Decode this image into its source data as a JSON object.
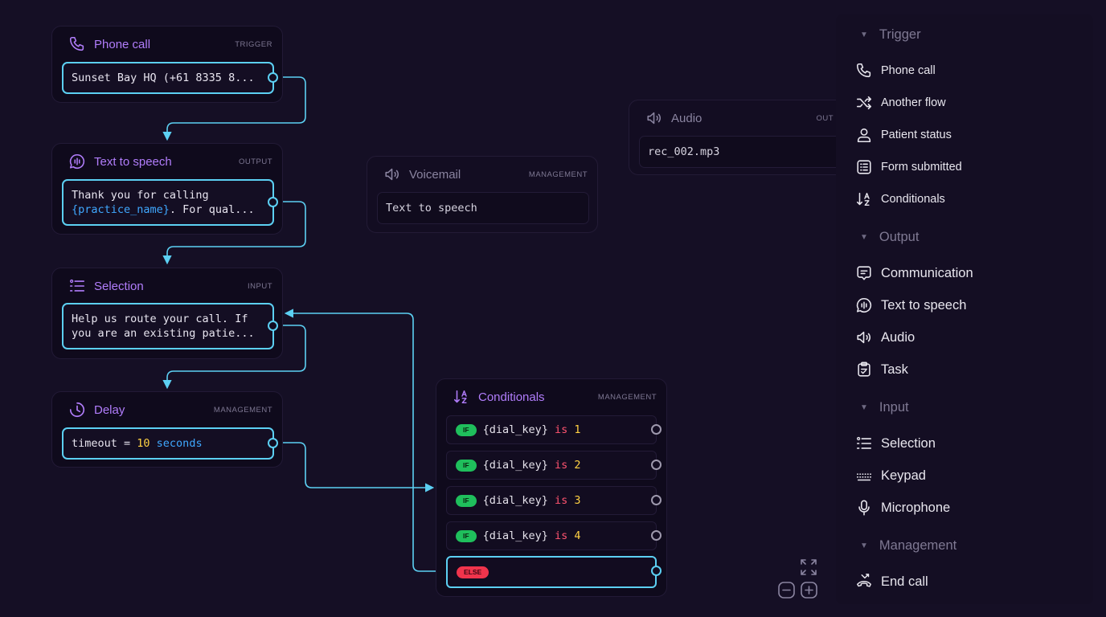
{
  "canvas": {
    "phone_call": {
      "title": "Phone call",
      "tag": "TRIGGER",
      "value": "Sunset Bay HQ (+61 8335 8..."
    },
    "tts": {
      "title": "Text to speech",
      "tag": "OUTPUT",
      "line1": "Thank you for calling",
      "var": "{practice_name}",
      "line2_rest": ". For qual..."
    },
    "selection": {
      "title": "Selection",
      "tag": "INPUT",
      "line1": "Help us route your call. If",
      "line2": "you are an existing patie..."
    },
    "delay": {
      "title": "Delay",
      "tag": "MANAGEMENT",
      "prefix": "timeout = ",
      "amount": "10",
      "unit": " seconds"
    },
    "voicemail": {
      "title": "Voicemail",
      "tag": "MANAGEMENT",
      "value": "Text to speech"
    },
    "audio": {
      "title": "Audio",
      "tag": "OUT",
      "value": "rec_002.mp3"
    },
    "conditionals": {
      "title": "Conditionals",
      "tag": "MANAGEMENT",
      "if_label": "IF",
      "else_label": "ELSE",
      "conditions": [
        {
          "var": "{dial_key}",
          "op": "is",
          "val": "1"
        },
        {
          "var": "{dial_key}",
          "op": "is",
          "val": "2"
        },
        {
          "var": "{dial_key}",
          "op": "is",
          "val": "3"
        },
        {
          "var": "{dial_key}",
          "op": "is",
          "val": "4"
        }
      ]
    }
  },
  "palette": {
    "sections": [
      {
        "label": "Trigger",
        "items": [
          {
            "label": "Phone call",
            "icon": "phone-icon"
          },
          {
            "label": "Another flow",
            "icon": "shuffle-icon"
          },
          {
            "label": "Patient status",
            "icon": "user-icon"
          },
          {
            "label": "Form submitted",
            "icon": "form-icon"
          },
          {
            "label": "Conditionals",
            "icon": "sort-az-icon"
          }
        ]
      },
      {
        "label": "Output",
        "items": [
          {
            "label": "Communication",
            "icon": "message-icon"
          },
          {
            "label": "Text to speech",
            "icon": "speech-icon"
          },
          {
            "label": "Audio",
            "icon": "speaker-icon"
          },
          {
            "label": "Task",
            "icon": "clipboard-icon"
          }
        ]
      },
      {
        "label": "Input",
        "items": [
          {
            "label": "Selection",
            "icon": "list-icon"
          },
          {
            "label": "Keypad",
            "icon": "keypad-icon"
          },
          {
            "label": "Microphone",
            "icon": "microphone-icon"
          }
        ]
      },
      {
        "label": "Management",
        "items": [
          {
            "label": "End call",
            "icon": "end-call-icon"
          }
        ]
      }
    ]
  },
  "colors": {
    "accent": "#b17dfb",
    "wire": "#5cd0f3",
    "variable": "#3fa8ff",
    "keyword": "#ff5470",
    "number": "#ffd143",
    "if_badge": "#1fbf5c",
    "else_badge": "#f0344c"
  }
}
